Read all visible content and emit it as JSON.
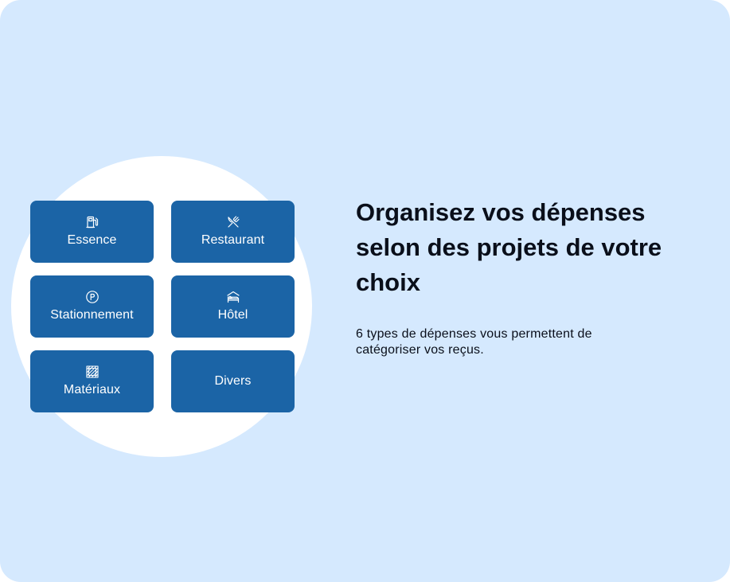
{
  "colors": {
    "background": "#d5e9fe",
    "circle": "#ffffff",
    "tile": "#1b64a6",
    "tile_text": "#ffffff",
    "heading_text": "#0a0f1a"
  },
  "categories": [
    {
      "label": "Essence",
      "icon": "fuel-pump-icon"
    },
    {
      "label": "Restaurant",
      "icon": "fork-knife-icon"
    },
    {
      "label": "Stationnement",
      "icon": "parking-icon"
    },
    {
      "label": "Hôtel",
      "icon": "bed-icon"
    },
    {
      "label": "Matériaux",
      "icon": "materials-icon"
    },
    {
      "label": "Divers",
      "icon": ""
    }
  ],
  "content": {
    "heading": "Organisez vos dépenses selon des projets de votre choix",
    "description": "6 types de dépenses vous permettent de catégoriser vos reçus."
  }
}
